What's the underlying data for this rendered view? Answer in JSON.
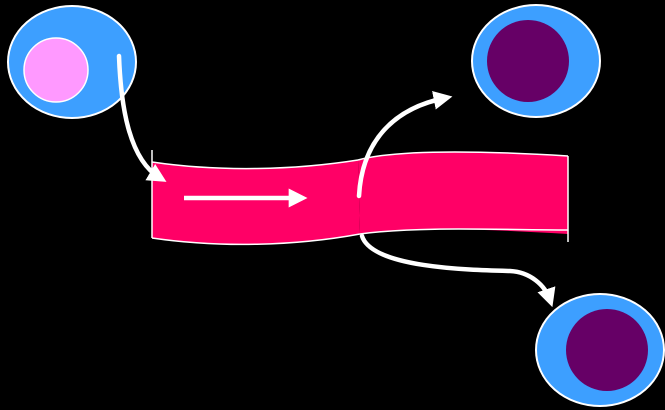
{
  "colors": {
    "background": "#000000",
    "cell_outer": "#3d9fff",
    "cell_outline": "#ffffff",
    "source_nucleus": "#ff99ff",
    "target_nucleus": "#660066",
    "band": "#ff0066",
    "band_outline": "#ffffff",
    "arrow": "#ffffff"
  },
  "diagram": {
    "nodes": [
      {
        "id": "source-cell",
        "kind": "cell",
        "nucleus": "source_nucleus"
      },
      {
        "id": "band-left-segment",
        "kind": "ribbon"
      },
      {
        "id": "band-right-segment",
        "kind": "ribbon"
      },
      {
        "id": "upper-target-cell",
        "kind": "cell",
        "nucleus": "target_nucleus"
      },
      {
        "id": "lower-target-cell",
        "kind": "cell",
        "nucleus": "target_nucleus"
      }
    ],
    "edges": [
      {
        "from": "source-cell",
        "to": "band-left-segment"
      },
      {
        "from": "band-left-segment",
        "to": "band-right-segment"
      },
      {
        "from": "band-right-segment",
        "to": "upper-target-cell"
      },
      {
        "from": "band-right-segment",
        "to": "lower-target-cell"
      }
    ]
  }
}
